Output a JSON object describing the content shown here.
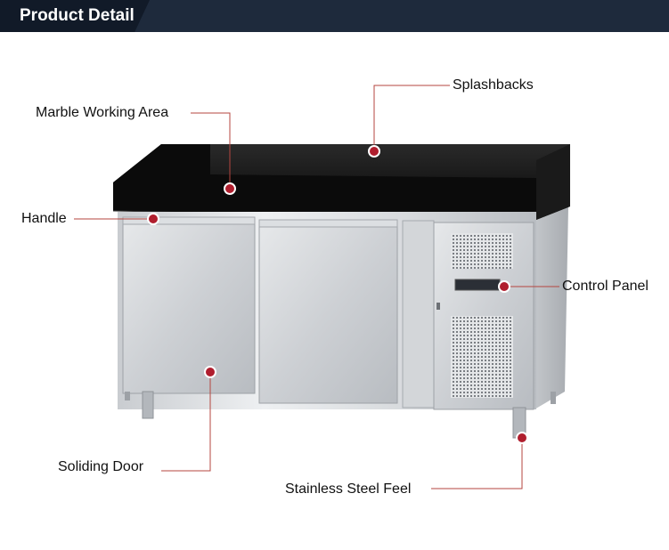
{
  "header": {
    "title": "Product Detail"
  },
  "callouts": {
    "splashbacks": "Splashbacks",
    "marble_working_area": "Marble Working Area",
    "handle": "Handle",
    "control_panel": "Control Panel",
    "soliding_door": "Soliding Door",
    "stainless_steel_feel": "Stainless Steel Feel"
  },
  "colors": {
    "header_bg": "#1e2a3c",
    "leader_line": "#b5453f",
    "marker": "#b01e2e"
  }
}
